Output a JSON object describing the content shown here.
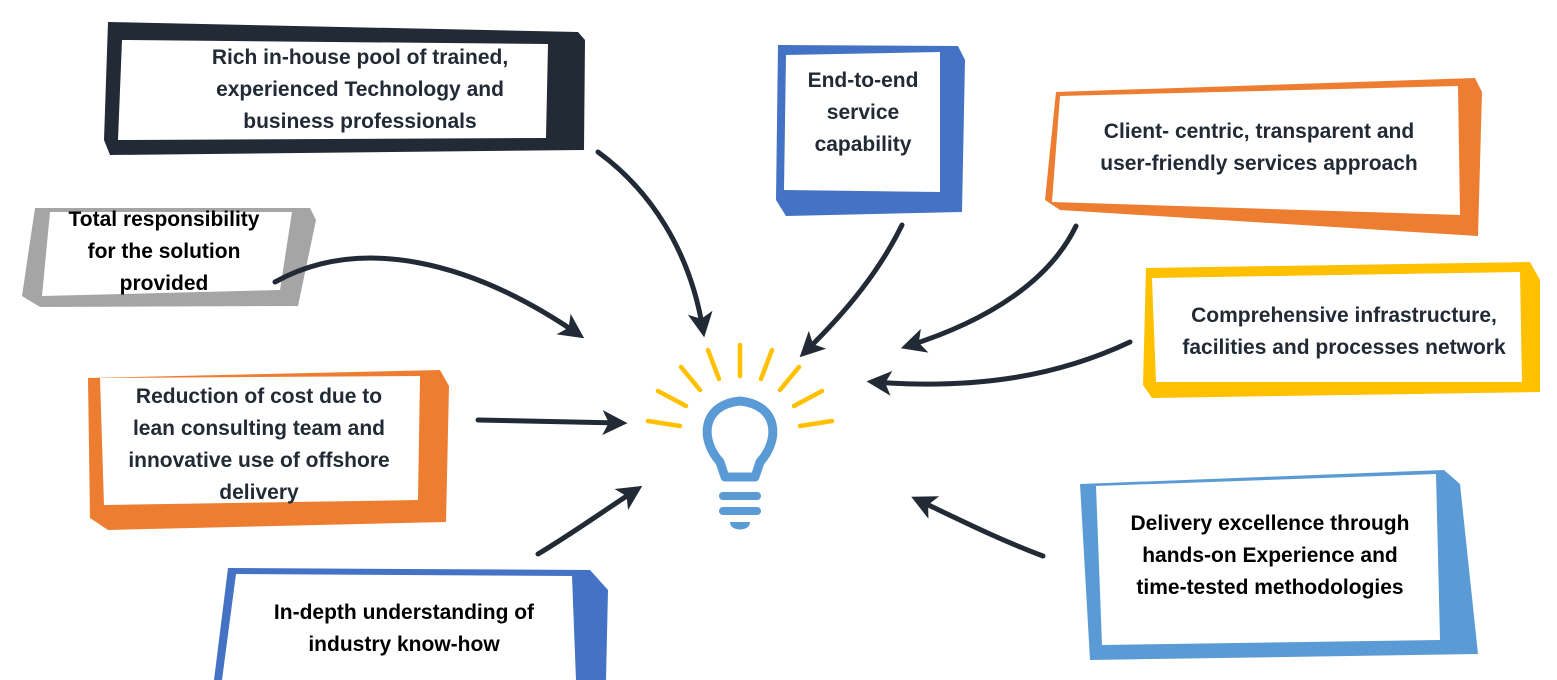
{
  "colors": {
    "dark": "#222a35",
    "blue": "#4472c4",
    "light_blue": "#5b9bd5",
    "orange": "#ed7d31",
    "yellow": "#ffc000",
    "gray": "#a5a5a5",
    "bulb": "#5b9bd5",
    "rays": "#ffc000"
  },
  "center": {
    "icon": "lightbulb-icon"
  },
  "boxes": [
    {
      "id": "talent-pool",
      "text": "Rich in-house pool of trained,\nexperienced Technology and\nbusiness professionals",
      "color": "dark"
    },
    {
      "id": "end-to-end",
      "text": "End-to-end\nservice\ncapability",
      "color": "blue"
    },
    {
      "id": "client-centric",
      "text": "Client- centric, transparent and\nuser-friendly services approach",
      "color": "orange"
    },
    {
      "id": "responsibility",
      "text": "Total responsibility\nfor the solution\nprovided",
      "color": "gray"
    },
    {
      "id": "infrastructure",
      "text": "Comprehensive infrastructure,\nfacilities and processes network",
      "color": "yellow"
    },
    {
      "id": "cost-reduction",
      "text": "Reduction of cost due to\nlean consulting team and\ninnovative use of offshore\ndelivery",
      "color": "orange"
    },
    {
      "id": "delivery-excellence",
      "text": "Delivery excellence through\nhands-on Experience and\ntime-tested methodologies",
      "color": "light_blue"
    },
    {
      "id": "industry-knowhow",
      "text": "In-depth understanding of\nindustry know-how",
      "color": "blue"
    }
  ]
}
